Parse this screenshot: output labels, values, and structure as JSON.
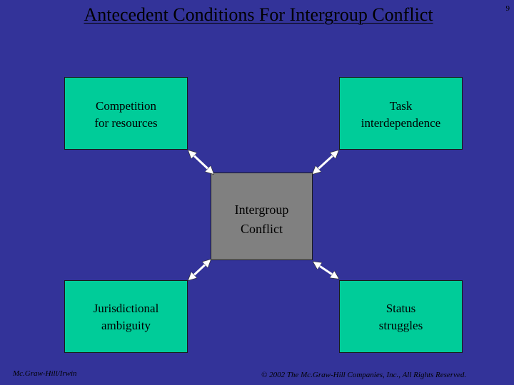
{
  "title": "Antecedent Conditions For Intergroup Conflict",
  "page_number": "9",
  "center": {
    "line1": "Intergroup",
    "line2": "Conflict"
  },
  "boxes": {
    "top_left": {
      "line1": "Competition",
      "line2": "for resources"
    },
    "top_right": {
      "line1": "Task",
      "line2": "interdependence"
    },
    "bottom_left": {
      "line1": "Jurisdictional",
      "line2": "ambiguity"
    },
    "bottom_right": {
      "line1": "Status",
      "line2": "struggles"
    }
  },
  "footer": {
    "left": "Mc.Graw-Hill/Irwin",
    "right": "© 2002 The Mc.Graw-Hill Companies, Inc., All Rights Reserved."
  },
  "colors": {
    "background": "#333399",
    "outer_box": "#00CC99",
    "center_box": "#808080",
    "arrow": "#FFFFFF"
  }
}
